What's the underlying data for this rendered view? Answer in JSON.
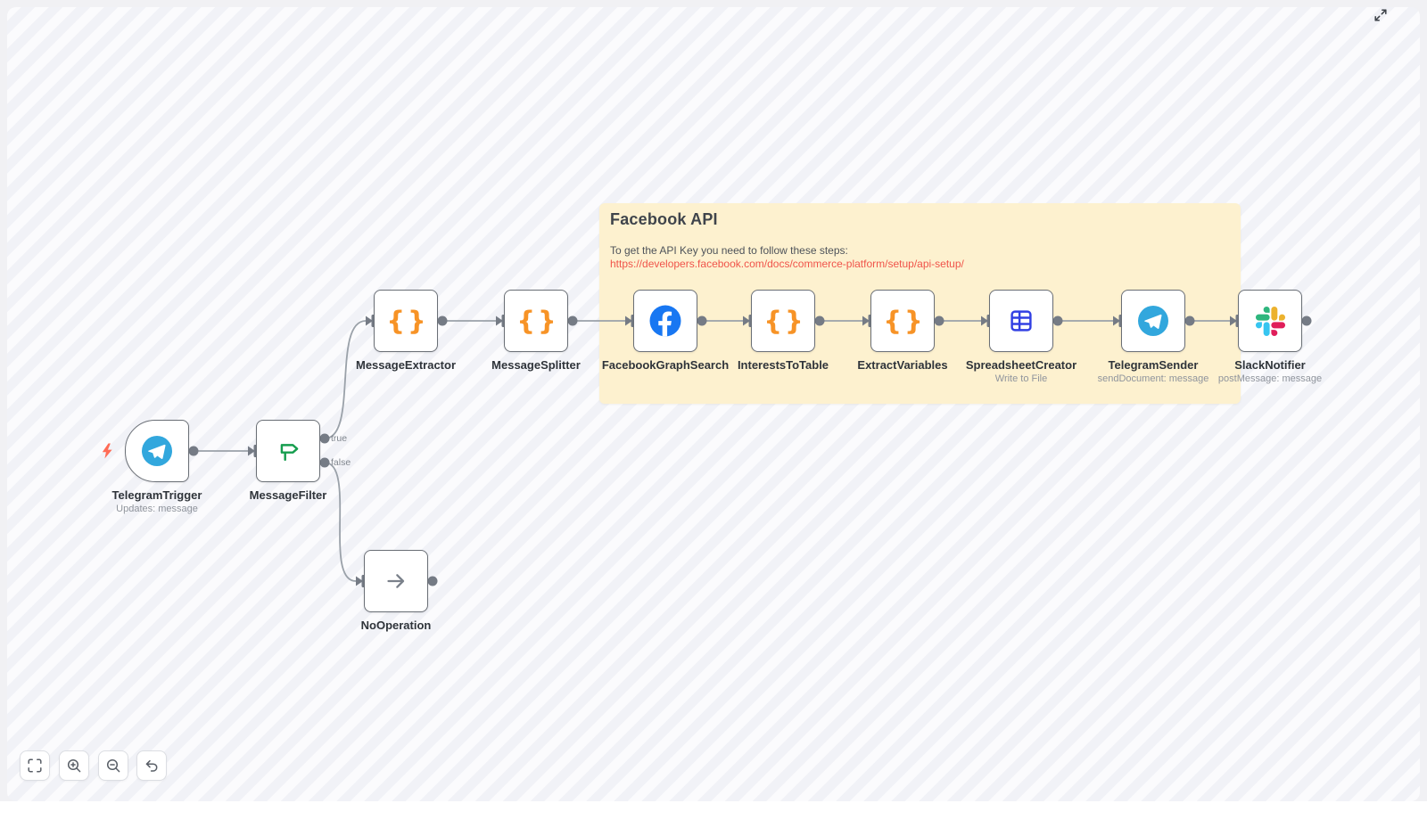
{
  "sticky": {
    "title": "Facebook API",
    "body": "To get the API Key you need to follow these steps:",
    "link": "https://developers.facebook.com/docs/commerce-platform/setup/api-setup/"
  },
  "nodes": [
    {
      "name": "TelegramTrigger",
      "subtitle": "Updates: message",
      "icon": "telegram-icon",
      "type": "trigger"
    },
    {
      "name": "MessageFilter",
      "icon": "filter-signpost-icon",
      "outputs": [
        "true",
        "false"
      ]
    },
    {
      "name": "MessageExtractor",
      "icon": "code-braces-icon"
    },
    {
      "name": "MessageSplitter",
      "icon": "code-braces-icon"
    },
    {
      "name": "FacebookGraphSearch",
      "icon": "facebook-icon"
    },
    {
      "name": "InterestsToTable",
      "icon": "code-braces-icon"
    },
    {
      "name": "ExtractVariables",
      "icon": "code-braces-icon"
    },
    {
      "name": "SpreadsheetCreator",
      "subtitle": "Write to File",
      "icon": "spreadsheet-icon"
    },
    {
      "name": "TelegramSender",
      "subtitle": "sendDocument: message",
      "icon": "telegram-icon"
    },
    {
      "name": "SlackNotifier",
      "subtitle": "postMessage: message",
      "icon": "slack-icon"
    },
    {
      "name": "NoOperation",
      "icon": "arrow-right-icon"
    }
  ],
  "glyphs": {
    "code": "{}"
  },
  "controls": [
    "fit-view",
    "zoom-in",
    "zoom-out",
    "undo"
  ],
  "colors": {
    "canvas_stripe_light": "#fbfbfd",
    "canvas_stripe_dark": "#f1f2f7",
    "frame_bg": "#f1f1f4",
    "sticky_bg": "#fdf1cf",
    "sticky_link": "#f0544a",
    "node_border": "#6a6f76",
    "connector": "#9aa1a9",
    "port": "#757b85",
    "telegram_blue": "#32a7dd",
    "facebook_blue": "#1877f2",
    "code_orange": "#f79326",
    "filter_green": "#169d4e",
    "spreadsheet_blue": "#3240e3",
    "trigger_bolt": "#ff6b55",
    "slack": [
      "#36C5F0",
      "#2EB67D",
      "#ECB22E",
      "#E01E5A"
    ]
  }
}
